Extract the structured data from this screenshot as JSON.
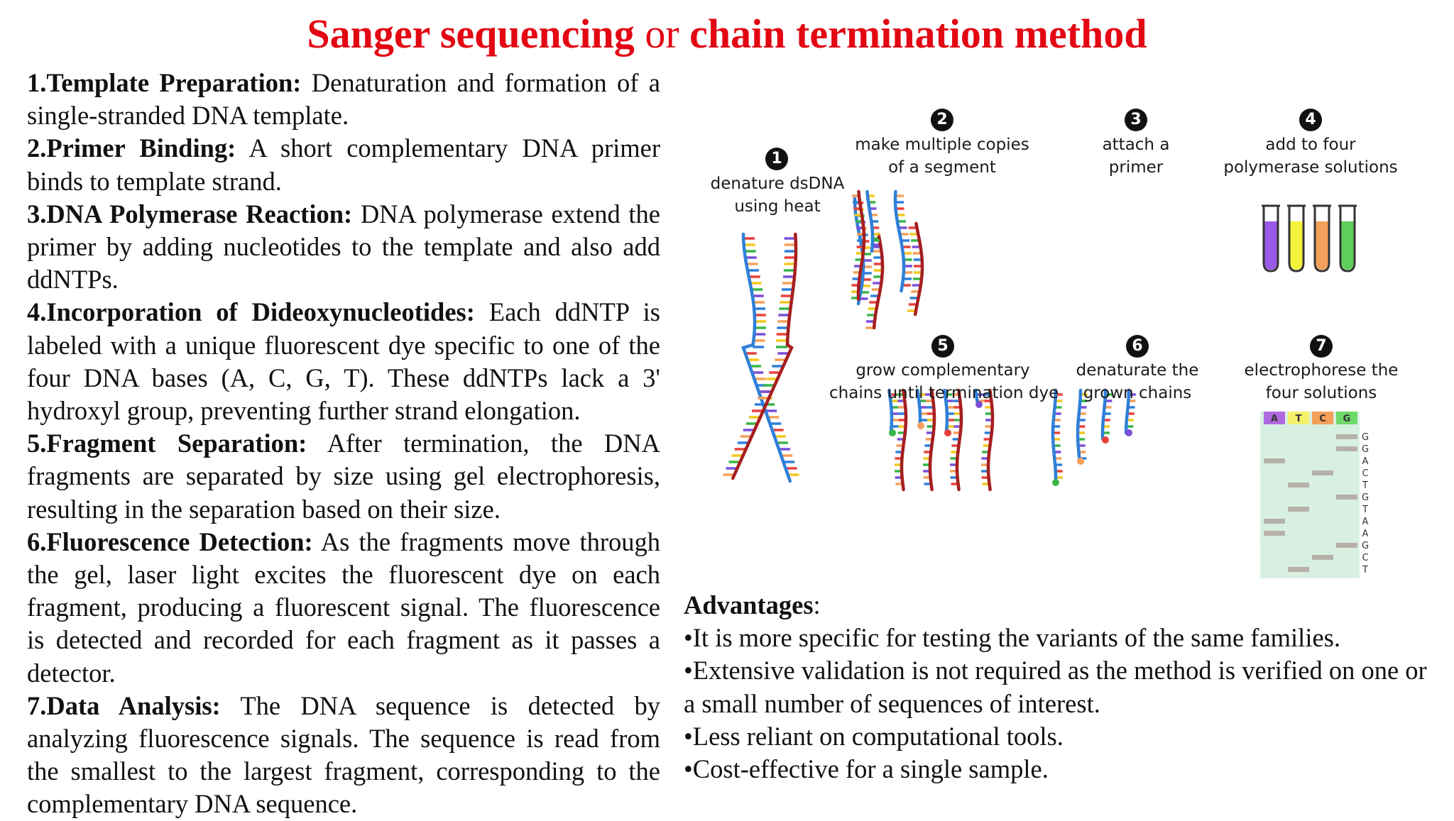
{
  "title": {
    "part1": "Sanger sequencing",
    "or": "or",
    "part2": "chain termination method"
  },
  "steps": [
    {
      "head": "1.Template Preparation:",
      "text": " Denaturation and formation of a single-stranded DNA template."
    },
    {
      "head": "2.Primer Binding:",
      "text": " A short complementary DNA primer binds to template strand."
    },
    {
      "head": "3.DNA Polymerase Reaction:",
      "text": " DNA polymerase extend the primer by adding nucleotides to the template and also add ddNTPs."
    },
    {
      "head": "4.Incorporation of Dideoxynucleotides:",
      "text": " Each ddNTP is labeled with a unique fluorescent dye specific to one of the four DNA bases (A, C, G, T). These ddNTPs lack a 3' hydroxyl group, preventing further strand elongation."
    },
    {
      "head": "5.Fragment Separation:",
      "text": " After termination, the DNA fragments are separated by size using gel electrophoresis, resulting in the separation based on their size."
    },
    {
      "head": "6.Fluorescence Detection:",
      "text": " As the fragments move through the gel, laser light excites the fluorescent dye on each fragment, producing a fluorescent signal. The fluorescence is detected and recorded for each fragment as it passes a detector."
    },
    {
      "head": "7.Data Analysis:",
      "text": " The DNA sequence is detected by analyzing fluorescence signals. The sequence is read from the smallest to the largest fragment, corresponding to the complementary DNA sequence."
    }
  ],
  "diagram": {
    "steps": [
      {
        "num": "1",
        "line1": "denature dsDNA",
        "line2": "using heat"
      },
      {
        "num": "2",
        "line1": "make multiple copies",
        "line2": "of a segment"
      },
      {
        "num": "3",
        "line1": "attach a",
        "line2": "primer"
      },
      {
        "num": "4",
        "line1": "add to four",
        "line2": "polymerase solutions"
      },
      {
        "num": "5",
        "line1": "grow complementary",
        "line2": "chains until termination dye"
      },
      {
        "num": "6",
        "line1": "denaturate the",
        "line2": "grown chains"
      },
      {
        "num": "7",
        "line1": "electrophorese the",
        "line2": "four solutions"
      }
    ],
    "gel_lanes": [
      "A",
      "T",
      "C",
      "G"
    ],
    "gel_sequence": [
      "G",
      "G",
      "A",
      "C",
      "T",
      "G",
      "T",
      "A",
      "A",
      "G",
      "C",
      "T"
    ],
    "colors": {
      "tube_purple": "#9b59e8",
      "tube_yellow": "#f4f43a",
      "tube_orange": "#f5a05a",
      "tube_green": "#5fcf5a",
      "strand_blue": "#2f7fd9",
      "strand_red": "#a61e1e",
      "gel_bg": "#d8f0e2"
    }
  },
  "advantages": {
    "heading": "Advantages",
    "items": [
      "•It is more specific for testing the variants of the same families.",
      "•Extensive validation is not required as the method is verified on one or a small number of sequences of interest.",
      "•Less reliant on computational tools.",
      "•Cost-effective for a single sample."
    ]
  }
}
